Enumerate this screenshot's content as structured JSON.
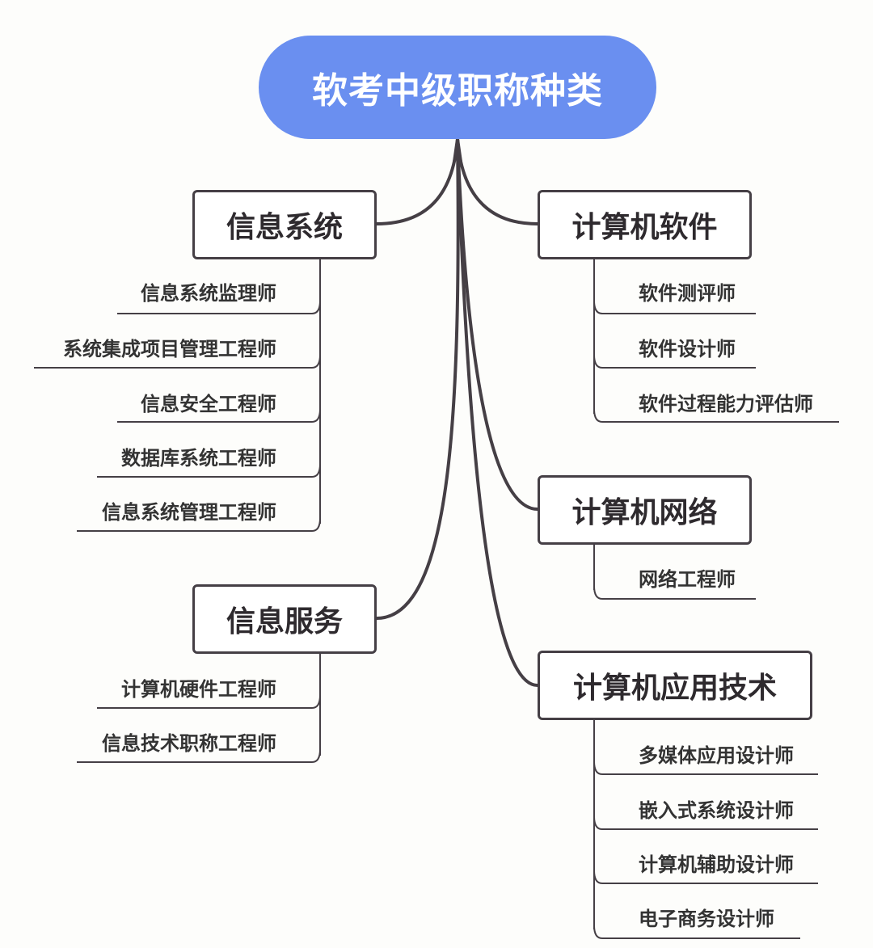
{
  "root": {
    "title": "软考中级职称种类",
    "color": "#6a8ff0"
  },
  "branches": {
    "info_system": {
      "label": "信息系统",
      "leaves": [
        "信息系统监理师",
        "系统集成项目管理工程师",
        "信息安全工程师",
        "数据库系统工程师",
        "信息系统管理工程师"
      ]
    },
    "info_service": {
      "label": "信息服务",
      "leaves": [
        "计算机硬件工程师",
        "信息技术职称工程师"
      ]
    },
    "software": {
      "label": "计算机软件",
      "leaves": [
        "软件测评师",
        "软件设计师",
        "软件过程能力评估师"
      ]
    },
    "network": {
      "label": "计算机网络",
      "leaves": [
        "网络工程师"
      ]
    },
    "application": {
      "label": "计算机应用技术",
      "leaves": [
        "多媒体应用设计师",
        "嵌入式系统设计师",
        "计算机辅助设计师",
        "电子商务设计师"
      ]
    }
  }
}
